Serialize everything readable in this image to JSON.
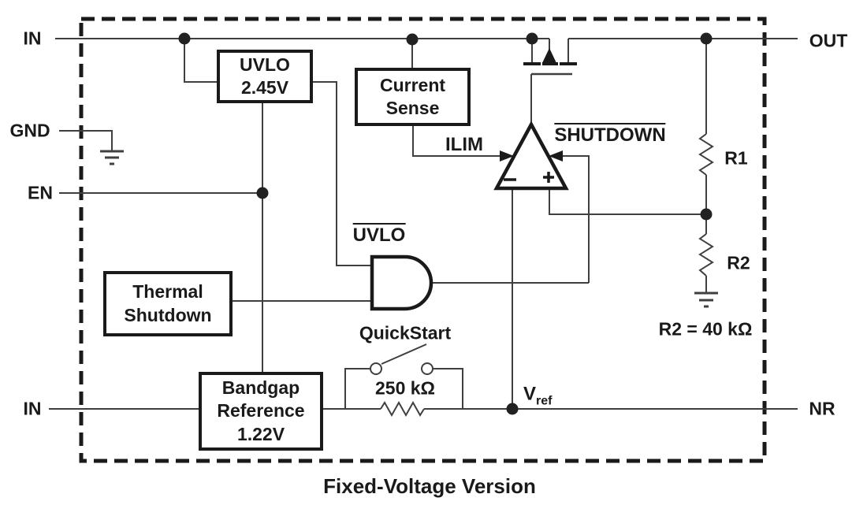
{
  "diagram": {
    "kind": "ldo-functional-block-diagram",
    "caption": "Fixed-Voltage Version",
    "pins": {
      "in_top": "IN",
      "gnd": "GND",
      "en": "EN",
      "in_bottom": "IN",
      "out": "OUT",
      "nr": "NR"
    },
    "blocks": {
      "uvlo": {
        "line1": "UVLO",
        "line2": "2.45V"
      },
      "current_sense": {
        "line1": "Current",
        "line2": "Sense"
      },
      "thermal": {
        "line1": "Thermal",
        "line2": "Shutdown"
      },
      "bandgap": {
        "line1": "Bandgap",
        "line2": "Reference",
        "line3": "1.22V"
      }
    },
    "signals": {
      "ilim": "ILIM",
      "shutdown_bar": "SHUTDOWN",
      "uvlo_bar": "UVLO",
      "vref_main": "V",
      "vref_sub": "ref"
    },
    "components": {
      "quickstart": "QuickStart",
      "quickstart_resistor": "250 kΩ",
      "r1": "R1",
      "r2": "R2",
      "r2_note": "R2 = 40 kΩ"
    },
    "colors": {
      "wire": "#3f3f3f",
      "ink": "#1a1a1a",
      "background": "#ffffff"
    }
  }
}
